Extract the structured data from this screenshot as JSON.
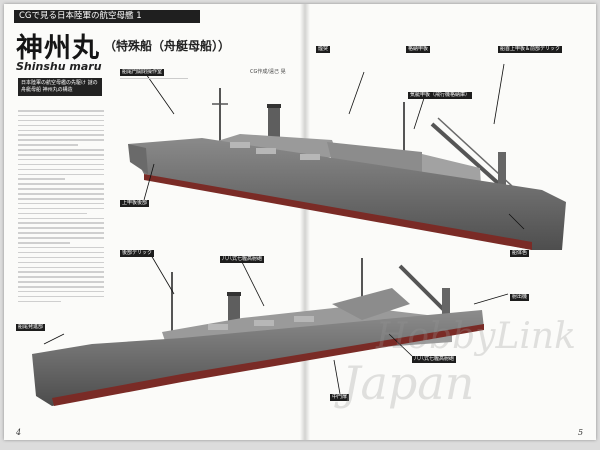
{
  "left_page": {
    "series": "CGで見る日本陸軍の航空母艦 1",
    "title": "神州丸",
    "subtitle": "（特殊船（舟艇母船））",
    "romaji": "Shinshu maru",
    "credit": "CG作成/遠己 晃",
    "kicker": "日本陸軍の航空母艦の先駆け 謎の舟艇母船 神州丸の構造"
  },
  "callouts": [
    "船尾門開閉操作室",
    "上甲板後部",
    "後部デリック",
    "八八式七糎高射砲",
    "船尾発進部",
    "煙突",
    "格納甲板",
    "気艇甲板（飛行機格納庫）",
    "船首上甲板＆前部デリック",
    "船体色",
    "射出機",
    "八八式七糎高射砲",
    "中門扉"
  ],
  "watermark": {
    "line1": "HobbyLink",
    "line2": "Japan"
  },
  "page_numbers": {
    "left": "4",
    "right": "5"
  }
}
